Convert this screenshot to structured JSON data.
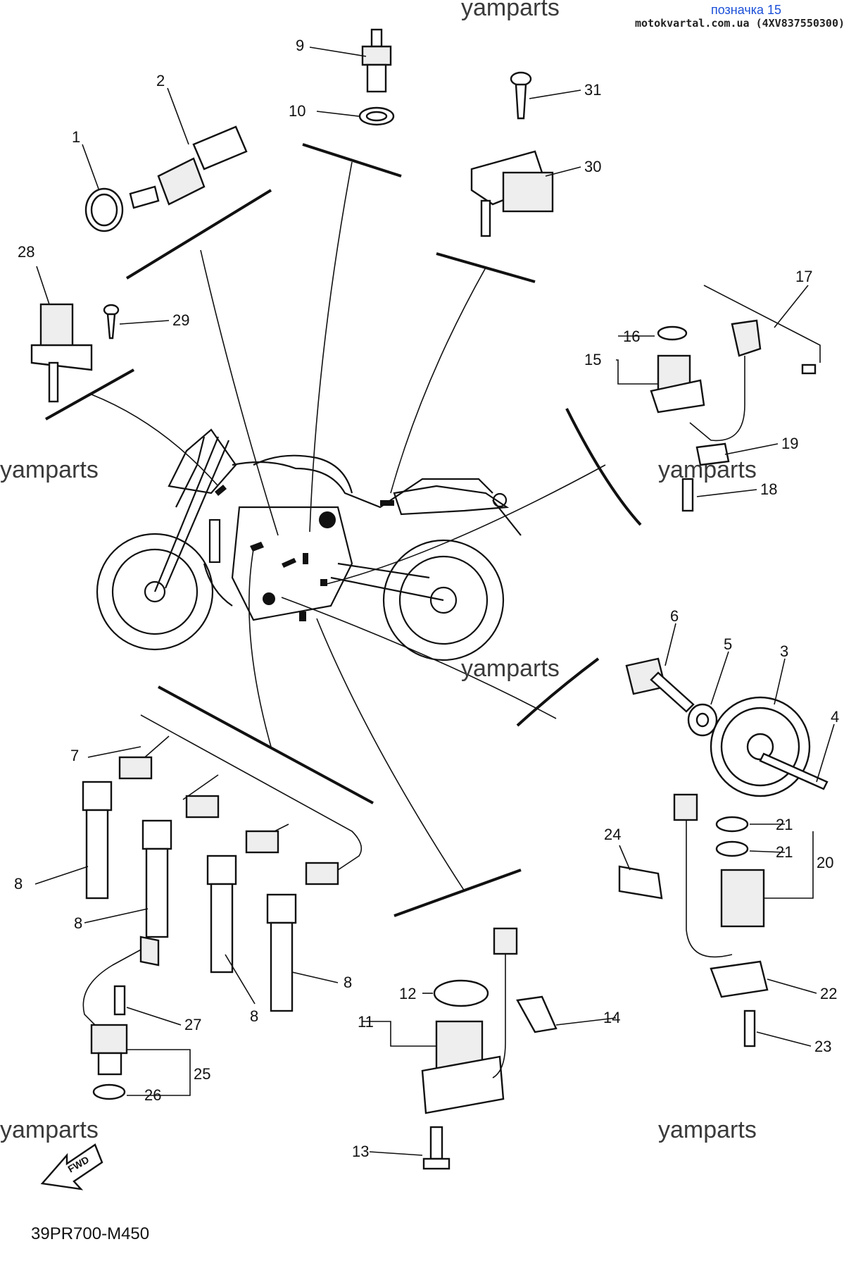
{
  "header": {
    "tag": "позначка 15",
    "source": "motokvartal.com.ua (4XV837550300)"
  },
  "watermarks": [
    "yamparts",
    "yamparts",
    "yamparts",
    "yamparts",
    "yamparts",
    "yamparts"
  ],
  "diagram_code": "39PR700-M450",
  "fwd_label": "FWD",
  "callouts": [
    "1",
    "2",
    "3",
    "4",
    "5",
    "6",
    "7",
    "8",
    "8",
    "8",
    "8",
    "9",
    "10",
    "11",
    "12",
    "13",
    "14",
    "15",
    "16",
    "17",
    "18",
    "19",
    "20",
    "21",
    "21",
    "22",
    "23",
    "24",
    "25",
    "26",
    "27",
    "28",
    "29",
    "30",
    "31"
  ],
  "colors": {
    "ink": "#111111",
    "tag": "#1a4fd8",
    "watermark": "#3a3a3a"
  }
}
